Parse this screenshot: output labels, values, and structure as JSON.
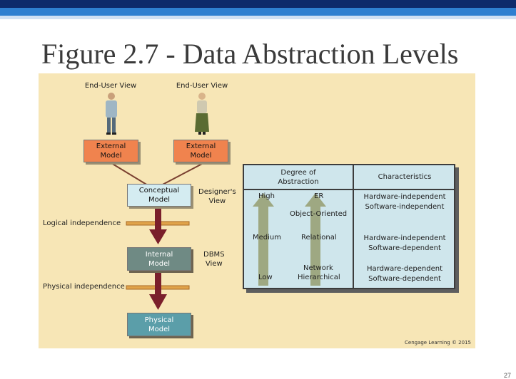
{
  "slide": {
    "title": "Figure 2.7 - Data Abstraction Levels",
    "page_number": "27"
  },
  "diagram": {
    "view_labels": {
      "end_user_1": "End-User View",
      "end_user_2": "End-User View"
    },
    "models": {
      "external_1": [
        "External",
        "Model"
      ],
      "external_2": [
        "External",
        "Model"
      ],
      "conceptual": [
        "Conceptual",
        "Model"
      ],
      "internal": [
        "Internal",
        "Model"
      ],
      "physical": [
        "Physical",
        "Model"
      ]
    },
    "side_labels": {
      "designers_view": [
        "Designer's",
        "View"
      ],
      "dbms_view": [
        "DBMS",
        "View"
      ]
    },
    "independence": {
      "logical": "Logical independence",
      "physical": "Physical independence"
    },
    "table": {
      "header_degree": [
        "Degree of",
        "Abstraction"
      ],
      "header_characteristics": "Characteristics",
      "levels": [
        "High",
        "Medium",
        "Low"
      ],
      "models": [
        "ER",
        "Object-Oriented",
        "Relational",
        "Network",
        "Hierarchical"
      ],
      "characteristics": [
        [
          "Hardware-independent",
          "Software-independent"
        ],
        [
          "Hardware-independent",
          "Software-dependent"
        ],
        [
          "Hardware-dependent",
          "Software-dependent"
        ]
      ]
    },
    "copyright": "Cengage Learning © 2015",
    "colors": {
      "figure_bg": "#f7e6b6",
      "external": "#f0834e",
      "conceptual": "#d4ecf1",
      "internal": "#6f8a84",
      "physical": "#5b9ea9",
      "arrow": "#7a1f2b",
      "up_arrow": "#9ea882"
    }
  }
}
